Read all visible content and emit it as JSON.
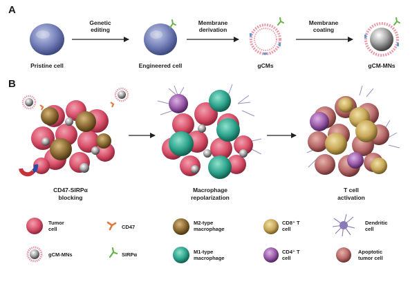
{
  "panels": {
    "a": "A",
    "b": "B"
  },
  "row_a": {
    "cells": [
      "Pristine cell",
      "Engineered cell",
      "gCMs",
      "gCM-MNs"
    ],
    "steps": [
      [
        "Genetic",
        "editing"
      ],
      [
        "Membrane",
        "derivation"
      ],
      [
        "Membrane",
        "coating"
      ]
    ]
  },
  "row_b": {
    "captions": [
      [
        "CD47-SIRPα",
        "blocking"
      ],
      [
        "Macrophage",
        "repolarization"
      ],
      [
        "T cell",
        "activation"
      ]
    ]
  },
  "legend": [
    {
      "id": "tumor",
      "lines": [
        "Tumor",
        "cell"
      ]
    },
    {
      "id": "cd47",
      "lines": [
        "CD47"
      ]
    },
    {
      "id": "m2",
      "lines": [
        "M2-type",
        "macrophage"
      ]
    },
    {
      "id": "cd8",
      "lines": [
        "CD8⁺ T",
        "cell"
      ]
    },
    {
      "id": "dendritic",
      "lines": [
        "Dendritic",
        "cell"
      ]
    },
    {
      "id": "gcm",
      "lines": [
        "gCM-MNs"
      ]
    },
    {
      "id": "sirpa",
      "lines": [
        "SIRPα"
      ]
    },
    {
      "id": "m1",
      "lines": [
        "M1-type",
        "macrophage"
      ]
    },
    {
      "id": "cd4",
      "lines": [
        "CD4⁺ T",
        "cell"
      ]
    },
    {
      "id": "apoptotic",
      "lines": [
        "Apoptotic",
        "tumor cell"
      ]
    }
  ],
  "colors": {
    "tumor": "#d9506a",
    "m2": "#8a6a32",
    "m1": "#2ea58e",
    "cd8": "#c8a858",
    "cd4": "#9a5aa8",
    "dendritic": "#8a7ab8",
    "apoptotic": "#b86a6a",
    "cd47": "#e07a3a",
    "sirpa": "#6ab04a",
    "cell_blue": "#6a78b0"
  }
}
